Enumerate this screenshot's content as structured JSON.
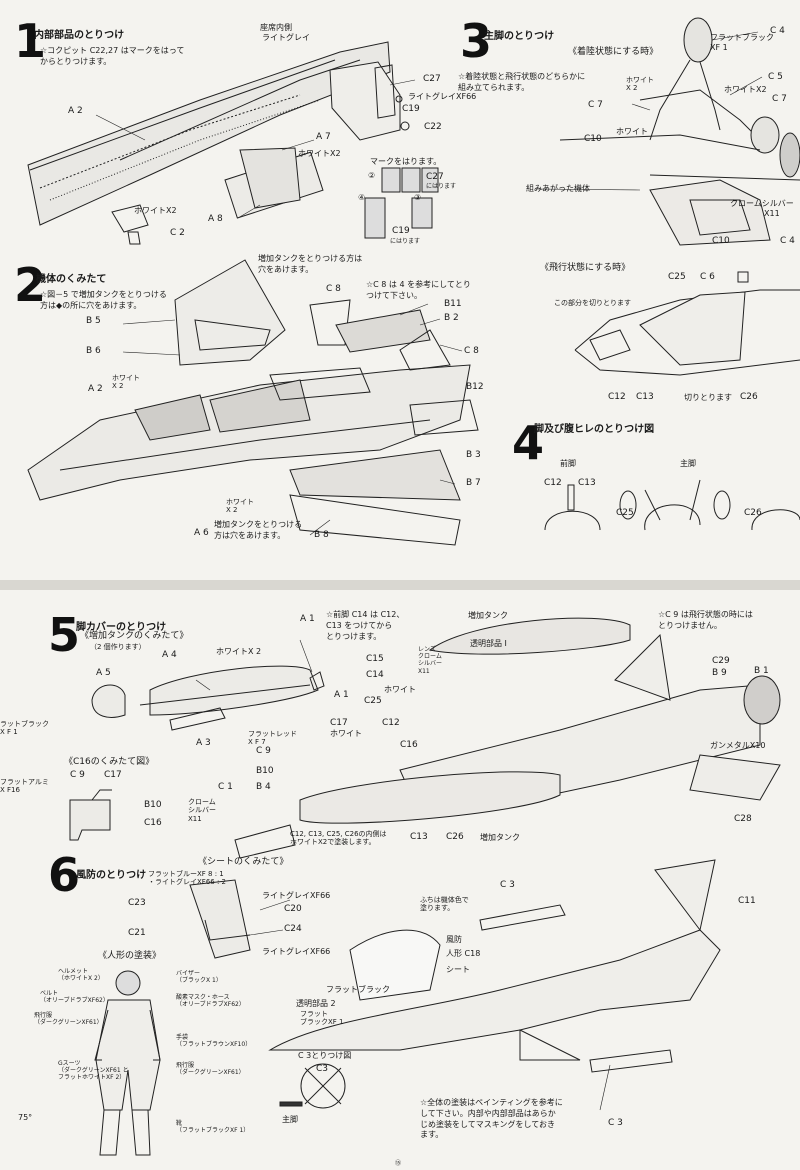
{
  "top": {
    "s1": {
      "number": "1",
      "title": "内部部品のとりつけ",
      "note": "☆コクピット C22,27 はマークをはって\nからとりつけます。"
    },
    "s1_labels": {
      "seat_in": "座席内側",
      "light_gray": "ライトグレイ",
      "a2": "A 2",
      "a7": "A 7",
      "a8": "A 8",
      "c2": "C 2",
      "white_x2a": "ホワイトX2",
      "white_x2b": "ホワイトX2",
      "c27": "C27",
      "c19": "C19",
      "c22": "C22",
      "lg_xf66": "ライトグレイXF66",
      "mark": "マークをはります。",
      "c27b": "C27",
      "c27n": "にはります",
      "c19b": "C19",
      "c19n": "にはります",
      "m2": "②",
      "m4": "④",
      "m3": "③"
    },
    "s3": {
      "number": "3",
      "title": "主脚のとりつけ",
      "sub": "《着陸状態にする時》",
      "note": "☆着陸状態と飛行状態のどちらかに\n組み立てられます。"
    },
    "s3_labels": {
      "c4": "C 4",
      "flat_black": "フラットブラック",
      "xf1": "XF 1",
      "white_x2": "ホワイト\nX 2",
      "c5": "C 5",
      "white_x2b": "ホワイトX2",
      "c7a": "C 7",
      "c7b": "C 7",
      "white": "ホワイト",
      "c10a": "C10",
      "assembled": "組みあがった機体",
      "chrome_silver": "クロームシルバー",
      "x11": "X11",
      "c10b": "C10",
      "c4b": "C 4"
    },
    "s3b": {
      "sub": "《飛行状態にする時》"
    },
    "s3b_labels": {
      "c25": "C25",
      "c6": "C 6",
      "cut_note": "この部分を切りとります",
      "c12": "C12",
      "c13": "C13",
      "cut": "切りとります",
      "c26": "C26"
    },
    "s2": {
      "number": "2",
      "title": "機体のくみたて",
      "note": "☆図－5 で増加タンクをとりつける\n方は◆の所に穴をあけます。"
    },
    "s2_labels": {
      "tank_hole": "増加タンクをとりつける方は\n穴をあけます。",
      "b5": "B 5",
      "b6": "B 6",
      "a2": "A 2",
      "white_x2a": "ホワイト\nX 2",
      "c8a": "C 8",
      "c8note": "☆C 8 は 4 を参考にしてとり\nつけて下さい。",
      "b11": "B11",
      "b2": "B 2",
      "c8b": "C 8",
      "b12": "B12",
      "b3": "B 3",
      "b7": "B 7",
      "white_x2b": "ホワイト\nX 2",
      "a6": "A 6",
      "b8": "B 8",
      "tank_hole2": "増加タンクをとりつける\n方は穴をあけます。"
    },
    "s4": {
      "number": "4",
      "title": "脚及び腹ヒレのとりつけ図",
      "front": "前脚",
      "main": "主脚"
    },
    "s4_labels": {
      "c12": "C12",
      "c13": "C13",
      "c25": "C25",
      "c26": "C26"
    }
  },
  "bottom": {
    "s5": {
      "number": "5",
      "title": "脚カバーのとりつけ",
      "sub": "《増加タンクのくみたて》",
      "sub2": "（2 個作ります）"
    },
    "s5_labels": {
      "a1a": "A 1",
      "note_c14": "☆前脚 C14 は C12、\nC13 をつけてから\nとりつけます。",
      "tank": "増加タンク",
      "note_c9": "☆C 9 は飛行状態の時には\nとりつけません。",
      "a4": "A 4",
      "white_x2": "ホワイトX 2",
      "a5": "A 5",
      "a3": "A 3",
      "a1b": "A 1",
      "fb_xf1": "ラットブラック\nX F 1",
      "c15": "C15",
      "lens": "レンズ\nクローム\nシルバー\nX11",
      "clear1": "透明部品 I",
      "c14": "C14",
      "white": "ホワイト",
      "c25": "C25",
      "c29": "C29",
      "b9": "B 9",
      "b1": "B 1",
      "gunmetal": "ガンメタルX10",
      "c17": "C17",
      "white2": "ホワイト",
      "c12": "C12",
      "fr": "フラットレッド\nX F 7",
      "c9": "C 9",
      "c16": "C16",
      "b10": "B10",
      "fa": "フラットアルミ\nX F16",
      "c16asm": "《C16のくみたて図》",
      "c9b": "C 9",
      "c17b": "C17",
      "b10b": "B10",
      "c16b": "C16",
      "c1": "C 1",
      "b4": "B 4",
      "chrome": "クローム\nシルバー\nX11",
      "inner": "C12, C13, C25, C26の内側は\nホワイトX2で塗装します。",
      "c13": "C13",
      "c26": "C26",
      "tank2": "増加タンク",
      "c28": "C28"
    },
    "s6": {
      "number": "6",
      "title": "風防のとりつけ",
      "sub": "《シートのくみたて》",
      "paint": "フラットブルーXF 8 : 1\n・ライトグレイXF66 : 2"
    },
    "s6_labels": {
      "c23": "C23",
      "lg1": "ライトグレイXF66",
      "c20": "C20",
      "c21": "C21",
      "c24": "C24",
      "lg2": "ライトグレイXF66",
      "fig": "《人形の塗装》",
      "helmet": "ヘルメット\n（ホワイトX 2）",
      "visor": "バイザー\n（ブラックX 1）",
      "belt": "ベルト\n（オリーブドラブXF62）",
      "mask": "酸素マスク・ホース\n（オリーブドラブXF62）",
      "suit": "飛行服\n（ダークグリーンXF61）",
      "glove": "手袋\n（フラットブラウンXF10）",
      "gsuit": "Gスーツ\n（ダークグリーンXF61 と\nフラットホワイトXF 2）",
      "suit2": "飛行服\n（ダークグリーンXF61）",
      "shoes": "靴\n（フラットブラックXF 1）",
      "c3asm": "C 3とりつけ図",
      "c3a": "C3",
      "main_leg": "主脚",
      "c3top": "C 3",
      "c11": "C11",
      "frame": "ふちは機体色で\n塗ります。",
      "canopy": "風防",
      "fig_c18": "人形 C18",
      "seat": "シート",
      "fb1": "フラットブラック",
      "clear2": "透明部品 2",
      "fb2": "フラット\nブラックXF 1",
      "c3b": "C 3",
      "paint_note": "☆全体の塗装はペインティングを参考に\nして下さい。内部や内部部品はあらか\nじめ塗装をしてマスキングをしておき\nます。",
      "angle": "75°"
    },
    "page_no": "⑮"
  }
}
